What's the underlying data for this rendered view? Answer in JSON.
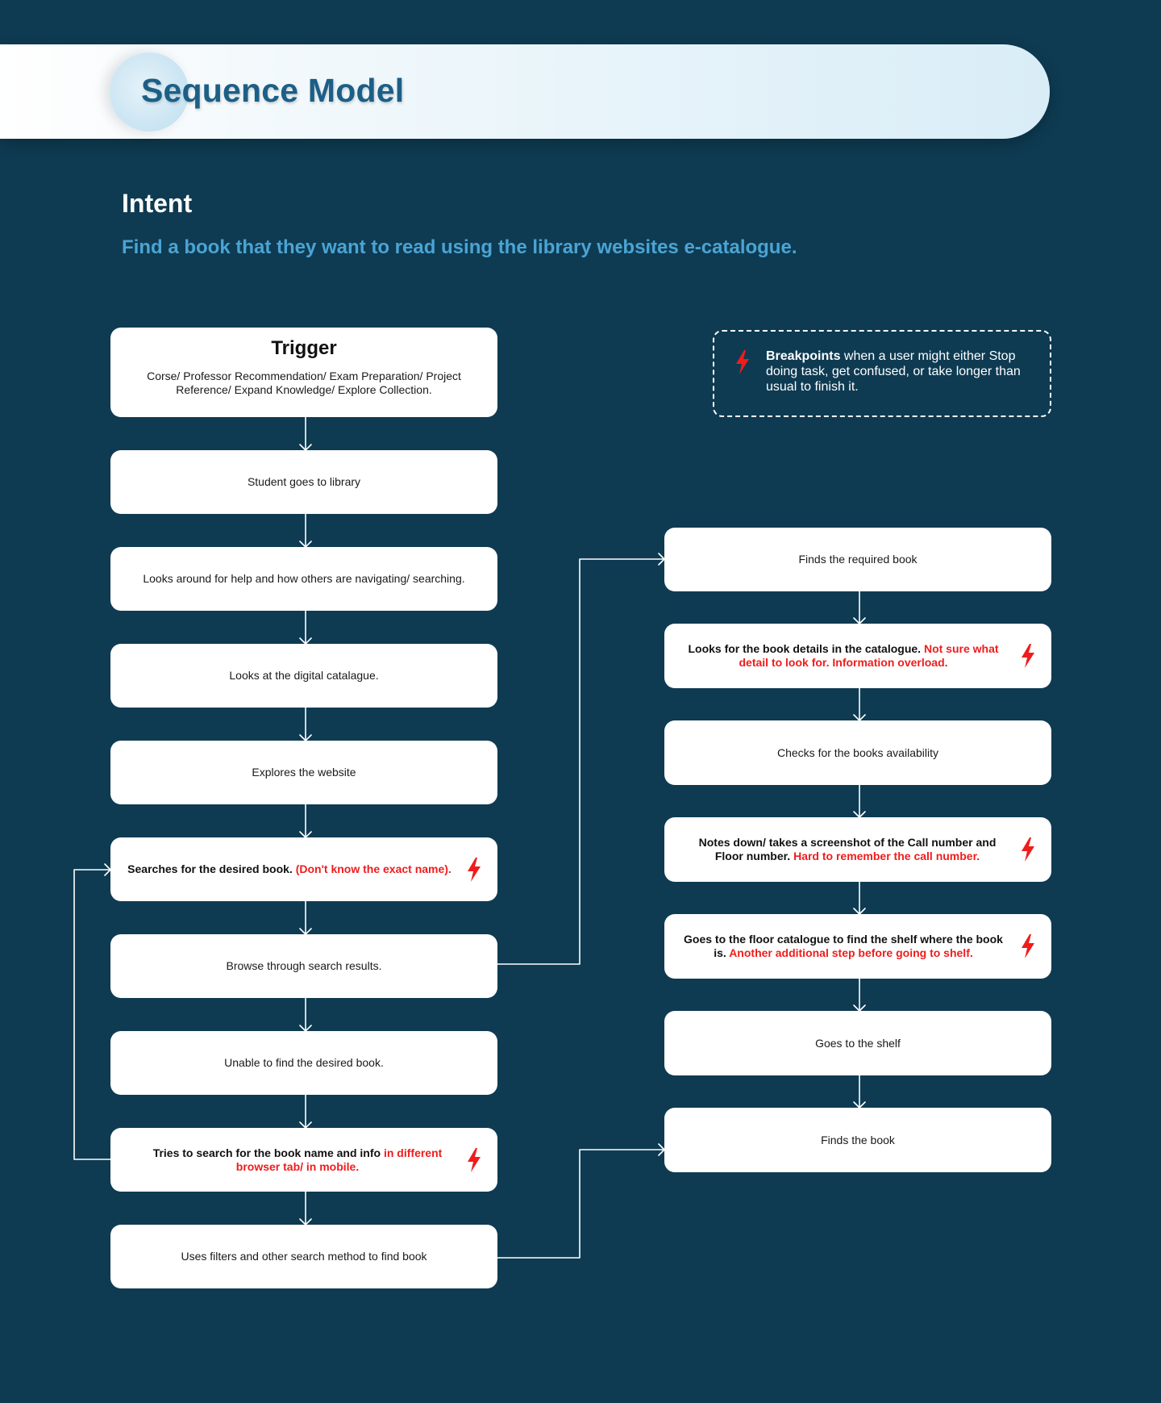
{
  "header": {
    "title": "Sequence Model"
  },
  "intent": {
    "heading": "Intent",
    "text": "Find a book that they want to read using the library websites e-catalogue."
  },
  "legend": {
    "title": "Breakpoints",
    "text": " when a user might either Stop doing task, get confused, or take longer than usual to finish it."
  },
  "trigger": {
    "title": "Trigger",
    "description": "Corse/ Professor Recommendation/ Exam Preparation/ Project Reference/ Expand Knowledge/ Explore Collection."
  },
  "steps": [
    {
      "text": "Student goes to library"
    },
    {
      "text": "Looks around for help and how others are navigating/ searching."
    },
    {
      "text": "Looks at the digital catalague."
    },
    {
      "text": "Explores the website"
    },
    {
      "bold": "Searches for the desired book. ",
      "red": "(Don't know the exact name).",
      "breakpoint": true
    },
    {
      "text": "Browse through search results."
    },
    {
      "text": "Unable to find the desired book."
    },
    {
      "bold": "Tries to search for the book name and info ",
      "red": "in different browser tab/ in mobile.",
      "breakpoint": true
    },
    {
      "text": "Uses filters and other search method to find book"
    },
    {
      "text": "Finds the required book"
    },
    {
      "bold": "Looks for the book details in the catalogue. ",
      "red": "Not sure what detail to look for. Information overload.",
      "breakpoint": true
    },
    {
      "text": "Checks for the books availability"
    },
    {
      "bold": "Notes down/ takes a screenshot of the Call number and Floor number. ",
      "red": "Hard to remember the call number.",
      "breakpoint": true
    },
    {
      "bold": "Goes to the floor catalogue to find the shelf where the book is. ",
      "red": "Another additional step before going to shelf.",
      "breakpoint": true
    },
    {
      "text": "Goes to the shelf"
    },
    {
      "text": "Finds the book"
    }
  ],
  "colors": {
    "background": "#0e3b52",
    "title": "#1c5f86",
    "intent": "#4ba4d4",
    "breakpoint": "#f01c1c"
  },
  "icons": {
    "breakpoint": "lightning-bolt-icon"
  }
}
